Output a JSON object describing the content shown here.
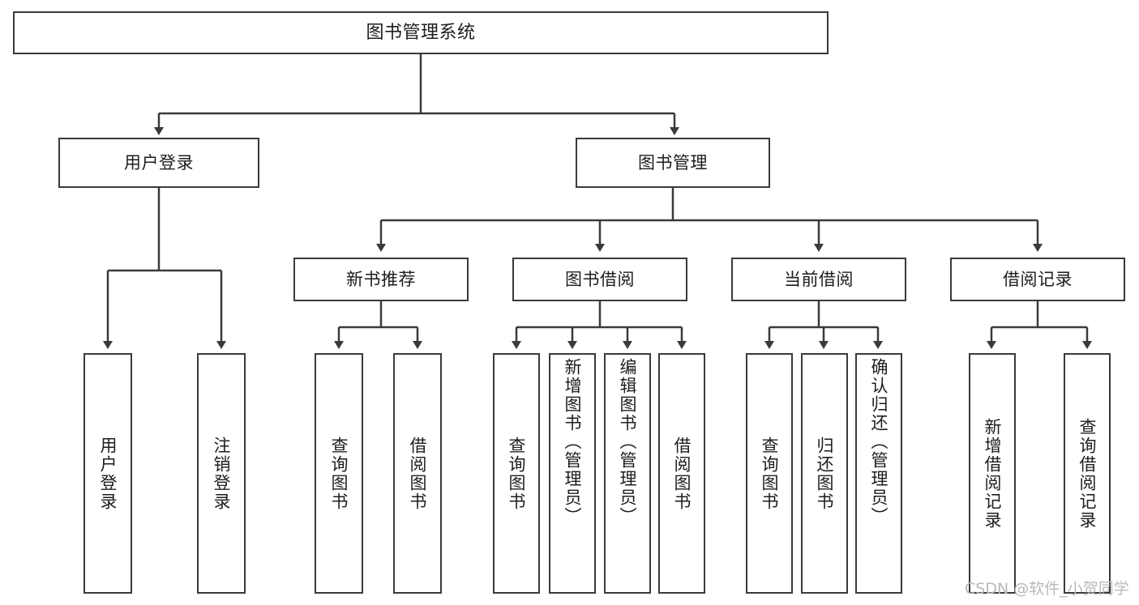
{
  "diagram": {
    "title": "图书管理系统",
    "type": "tree-hierarchy",
    "watermark": "CSDN @软件_小贺同学",
    "line_color": "#3a3a3a",
    "box_fill": "#ffffff",
    "text_color": "#1d1d1d",
    "watermark_color": "#b9b9b9"
  },
  "nodes": {
    "root": {
      "label": "图书管理系统",
      "level": 1
    },
    "l2": [
      {
        "id": "user-login",
        "label": "用户登录",
        "level": 2
      },
      {
        "id": "book-manage",
        "label": "图书管理",
        "level": 2
      }
    ],
    "l3": [
      {
        "id": "new-book-rec",
        "label": "新书推荐",
        "level": 3
      },
      {
        "id": "book-borrow",
        "label": "图书借阅",
        "level": 3
      },
      {
        "id": "current-borrow",
        "label": "当前借阅",
        "level": 3
      },
      {
        "id": "borrow-record",
        "label": "借阅记录",
        "level": 3
      }
    ],
    "leaves": [
      {
        "id": "leaf-user-login",
        "label": "用户登录",
        "parent": "user-login"
      },
      {
        "id": "leaf-logout",
        "label": "注销登录",
        "parent": "user-login"
      },
      {
        "id": "leaf-query-book-1",
        "label": "查询图书",
        "parent": "new-book-rec"
      },
      {
        "id": "leaf-borrow-book-1",
        "label": "借阅图书",
        "parent": "new-book-rec"
      },
      {
        "id": "leaf-query-book-2",
        "label": "查询图书",
        "parent": "book-borrow"
      },
      {
        "id": "leaf-add-book",
        "label": "新增图书（管理员）",
        "parent": "book-borrow"
      },
      {
        "id": "leaf-edit-book",
        "label": "编辑图书（管理员）",
        "parent": "book-borrow"
      },
      {
        "id": "leaf-borrow-book-2",
        "label": "借阅图书",
        "parent": "book-borrow"
      },
      {
        "id": "leaf-query-book-3",
        "label": "查询图书",
        "parent": "current-borrow"
      },
      {
        "id": "leaf-return-book",
        "label": "归还图书",
        "parent": "current-borrow"
      },
      {
        "id": "leaf-confirm-return",
        "label": "确认归还（管理员）",
        "parent": "current-borrow"
      },
      {
        "id": "leaf-add-record",
        "label": "新增借阅记录",
        "parent": "borrow-record"
      },
      {
        "id": "leaf-query-record",
        "label": "查询借阅记录",
        "parent": "borrow-record"
      }
    ]
  }
}
